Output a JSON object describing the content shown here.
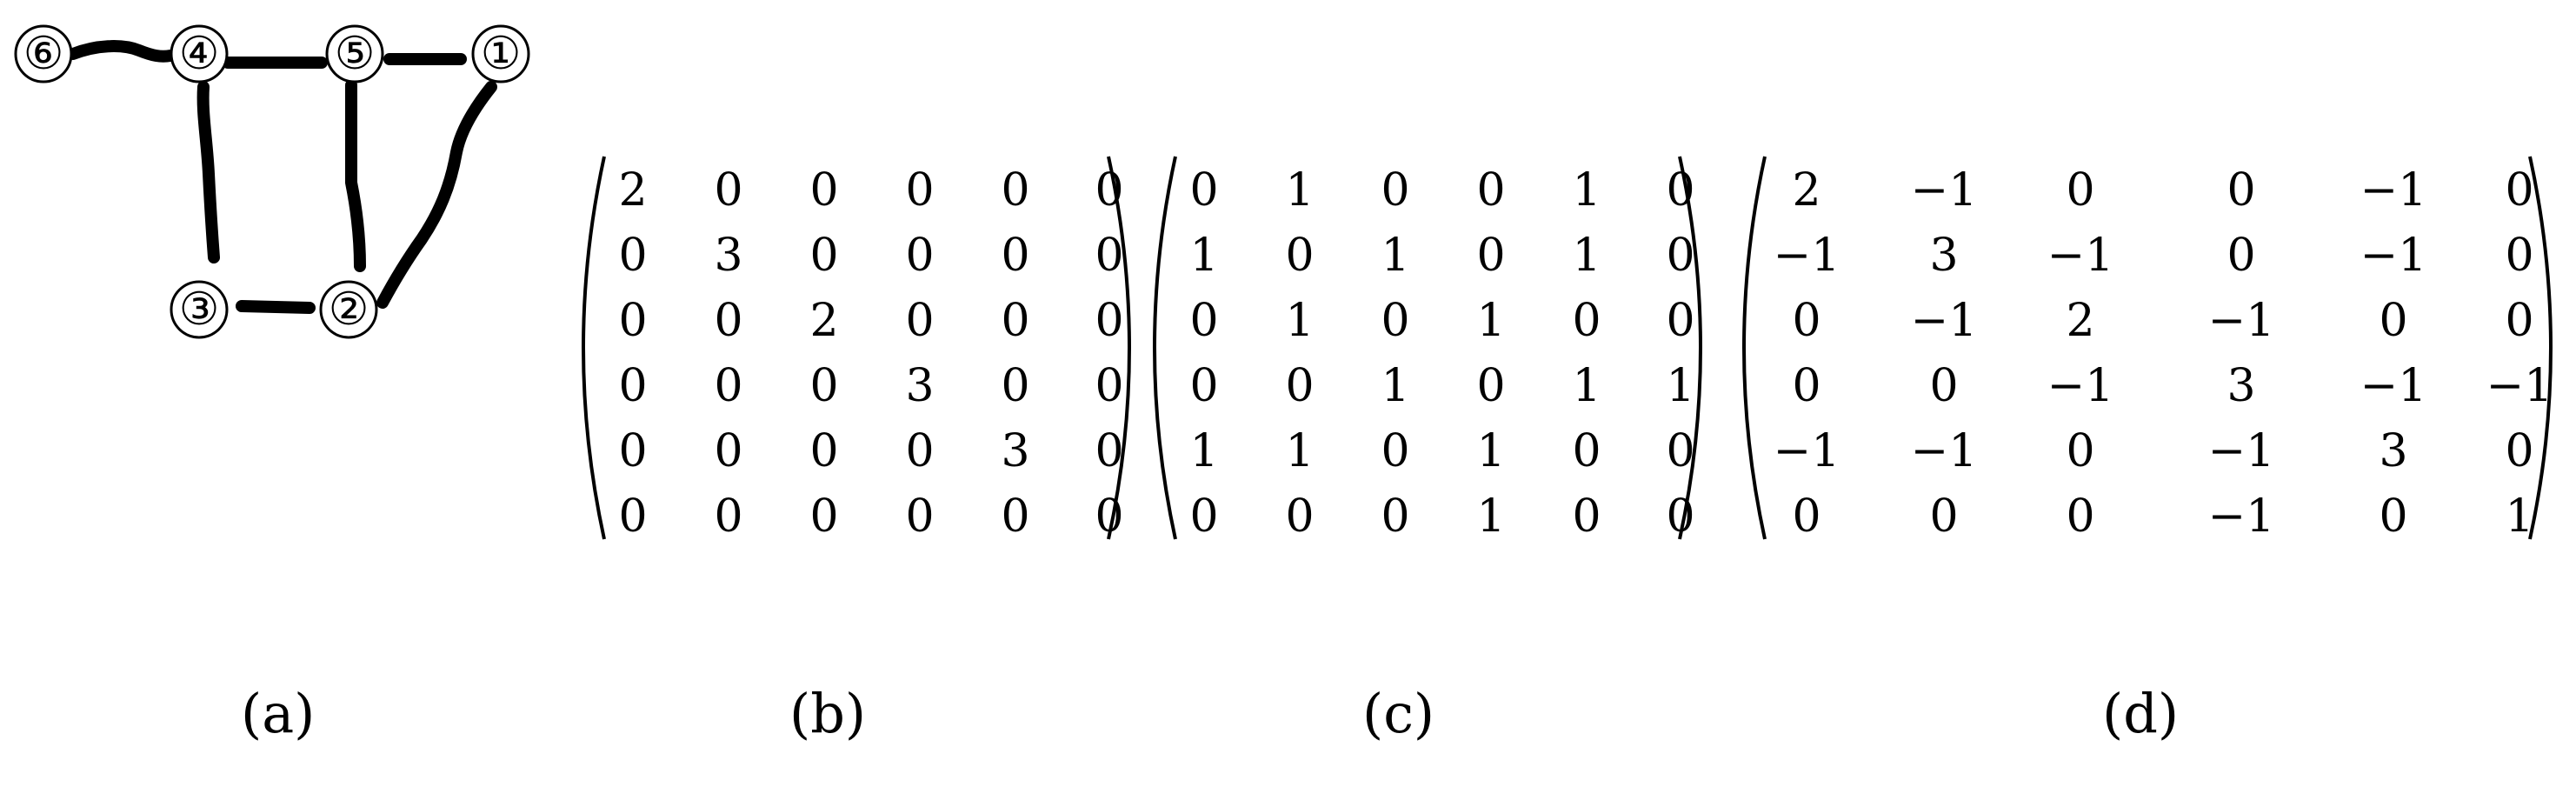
{
  "graph": {
    "nodes": [
      "⑥",
      "④",
      "⑤",
      "①",
      "③",
      "②"
    ]
  },
  "matrices": [
    {
      "caption": "(b)",
      "rows": [
        [
          "2",
          "0",
          "0",
          "0",
          "0",
          "0"
        ],
        [
          "0",
          "3",
          "0",
          "0",
          "0",
          "0"
        ],
        [
          "0",
          "0",
          "2",
          "0",
          "0",
          "0"
        ],
        [
          "0",
          "0",
          "0",
          "3",
          "0",
          "0"
        ],
        [
          "0",
          "0",
          "0",
          "0",
          "3",
          "0"
        ],
        [
          "0",
          "0",
          "0",
          "0",
          "0",
          "0"
        ]
      ]
    },
    {
      "caption": "(c)",
      "rows": [
        [
          "0",
          "1",
          "0",
          "0",
          "1",
          "0"
        ],
        [
          "1",
          "0",
          "1",
          "0",
          "1",
          "0"
        ],
        [
          "0",
          "1",
          "0",
          "1",
          "0",
          "0"
        ],
        [
          "0",
          "0",
          "1",
          "0",
          "1",
          "1"
        ],
        [
          "1",
          "1",
          "0",
          "1",
          "0",
          "0"
        ],
        [
          "0",
          "0",
          "0",
          "1",
          "0",
          "0"
        ]
      ]
    },
    {
      "caption": "(d)",
      "rows": [
        [
          "2",
          "−1",
          "0",
          "0",
          "−1",
          "0"
        ],
        [
          "−1",
          "3",
          "−1",
          "0",
          "−1",
          "0"
        ],
        [
          "0",
          "−1",
          "2",
          "−1",
          "0",
          "0"
        ],
        [
          "0",
          "0",
          "−1",
          "3",
          "−1",
          "−1"
        ],
        [
          "−1",
          "−1",
          "0",
          "−1",
          "3",
          "0"
        ],
        [
          "0",
          "0",
          "0",
          "−1",
          "0",
          "1"
        ]
      ]
    }
  ],
  "captions": {
    "a": "(a)"
  }
}
